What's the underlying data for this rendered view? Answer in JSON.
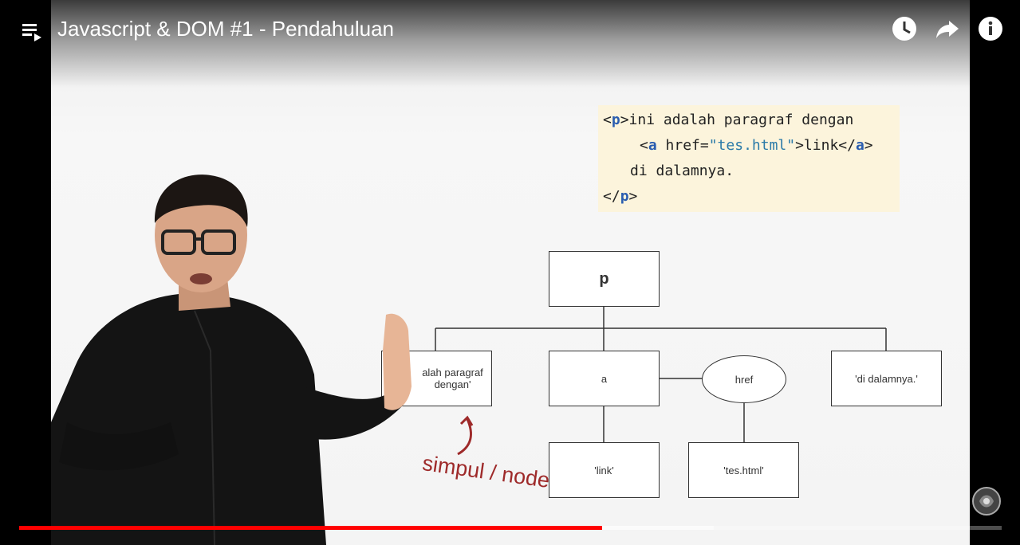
{
  "video": {
    "title": "Javascript & DOM #1 - Pendahuluan",
    "icons": [
      "playlist-icon",
      "watch-later-icon",
      "share-icon",
      "info-icon"
    ],
    "progress_percent": 59.3,
    "buffered_percent": 70.6
  },
  "slide": {
    "code_lines": [
      {
        "open": "<",
        "tag": "p",
        "close": ">",
        "text": "ini adalah paragraf dengan"
      },
      {
        "open": "<",
        "tag": "a",
        "attr": " href=",
        "str": "\"tes.html\"",
        "mid": ">link</",
        "tag2": "a",
        "close": ">"
      },
      {
        "text": "di dalamnya."
      },
      {
        "open": "</",
        "tag": "p",
        "close": ">"
      }
    ],
    "nodes": {
      "p": "p",
      "text1": "alah paragraf dengan'",
      "a": "a",
      "href": "href",
      "text2": "'di dalamnya.'",
      "link": "'link'",
      "tes": "'tes.html'"
    },
    "annotation": "simpul / node",
    "annotation_color": "#9e2a2a"
  }
}
